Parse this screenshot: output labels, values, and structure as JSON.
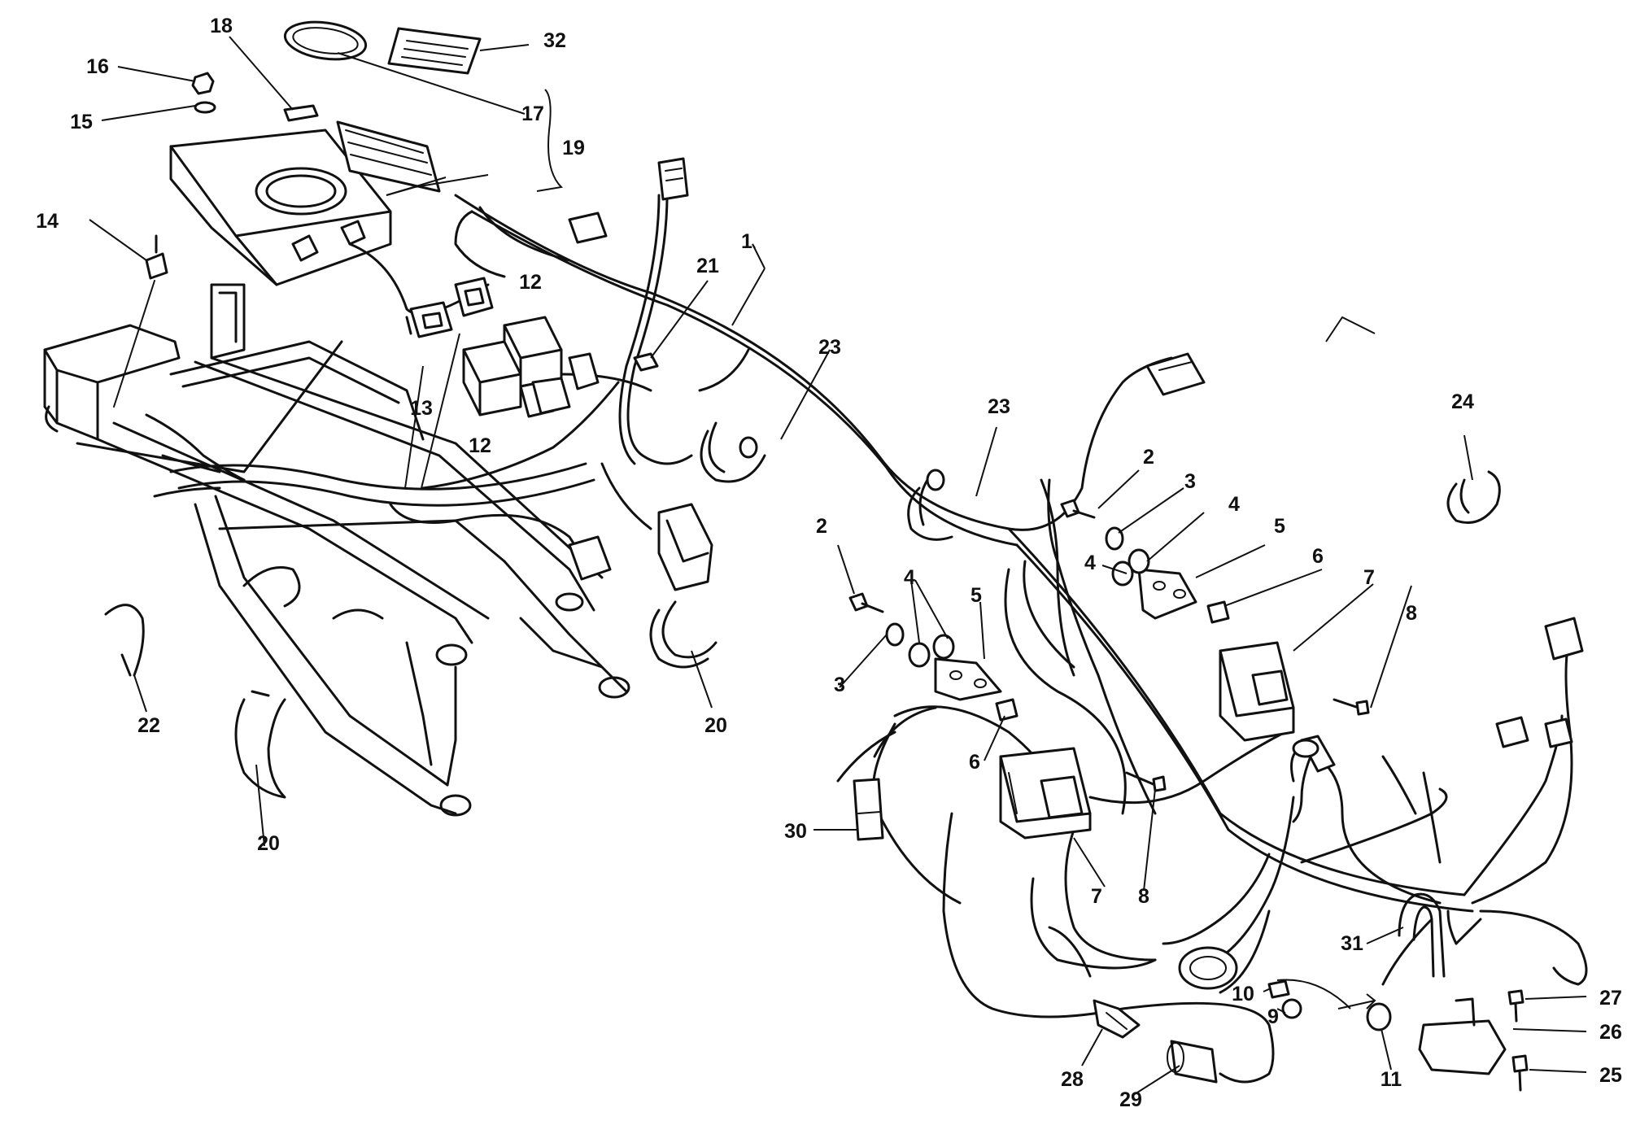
{
  "callouts": [
    {
      "id": "1",
      "label": "1"
    },
    {
      "id": "2a",
      "label": "2"
    },
    {
      "id": "2b",
      "label": "2"
    },
    {
      "id": "3a",
      "label": "3"
    },
    {
      "id": "3b",
      "label": "3"
    },
    {
      "id": "4a",
      "label": "4"
    },
    {
      "id": "4b",
      "label": "4"
    },
    {
      "id": "4c",
      "label": "4"
    },
    {
      "id": "5a",
      "label": "5"
    },
    {
      "id": "5b",
      "label": "5"
    },
    {
      "id": "6a",
      "label": "6"
    },
    {
      "id": "6b",
      "label": "6"
    },
    {
      "id": "7a",
      "label": "7"
    },
    {
      "id": "7b",
      "label": "7"
    },
    {
      "id": "8a",
      "label": "8"
    },
    {
      "id": "8b",
      "label": "8"
    },
    {
      "id": "9",
      "label": "9"
    },
    {
      "id": "10",
      "label": "10"
    },
    {
      "id": "11",
      "label": "11"
    },
    {
      "id": "12a",
      "label": "12"
    },
    {
      "id": "12b",
      "label": "12"
    },
    {
      "id": "13",
      "label": "13"
    },
    {
      "id": "14",
      "label": "14"
    },
    {
      "id": "15",
      "label": "15"
    },
    {
      "id": "16",
      "label": "16"
    },
    {
      "id": "17",
      "label": "17"
    },
    {
      "id": "18",
      "label": "18"
    },
    {
      "id": "19",
      "label": "19"
    },
    {
      "id": "20a",
      "label": "20"
    },
    {
      "id": "20b",
      "label": "20"
    },
    {
      "id": "21",
      "label": "21"
    },
    {
      "id": "22",
      "label": "22"
    },
    {
      "id": "23a",
      "label": "23"
    },
    {
      "id": "23b",
      "label": "23"
    },
    {
      "id": "24",
      "label": "24"
    },
    {
      "id": "25",
      "label": "25"
    },
    {
      "id": "26",
      "label": "26"
    },
    {
      "id": "27",
      "label": "27"
    },
    {
      "id": "28",
      "label": "28"
    },
    {
      "id": "29",
      "label": "29"
    },
    {
      "id": "30",
      "label": "30"
    },
    {
      "id": "31",
      "label": "31"
    },
    {
      "id": "32",
      "label": "32"
    }
  ],
  "colors": {
    "ink": "#111111",
    "background": "#ffffff"
  }
}
